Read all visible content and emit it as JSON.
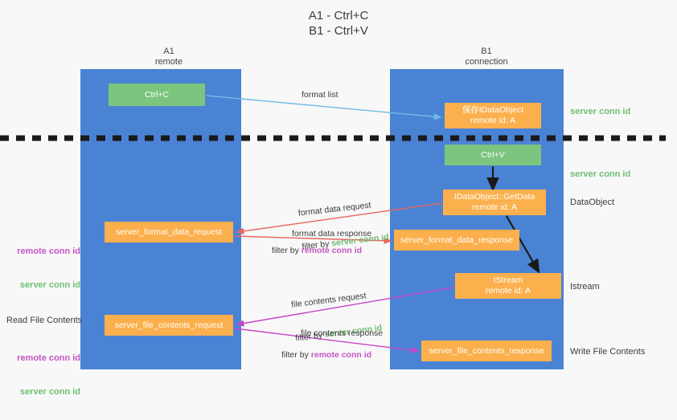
{
  "title": "A1 - Ctrl+C\nB1 - Ctrl+V",
  "lanes": [
    {
      "id": "a1",
      "name": "A1",
      "role": "remote",
      "header": "A1\nremote",
      "color": "#4a83d4"
    },
    {
      "id": "b1",
      "name": "B1",
      "role": "connection",
      "header": "B1\nconnection",
      "color": "#4a83d4"
    }
  ],
  "colors": {
    "lane": "#4a83d4",
    "green_box": "#7cc57e",
    "orange_box": "#fbb04d",
    "server_conn_id": "#6fbf73",
    "remote_conn_id": "#c455c4",
    "arrow_blue": "#6fb9e8",
    "arrow_red": "#e8655f",
    "arrow_magenta": "#c845c8",
    "arrow_black": "#1a1a1a",
    "divider": "#1a1a1a",
    "background": "#f8f8f8"
  },
  "nodes": {
    "ctrl_c": {
      "line1": "Ctrl+C",
      "line2": ""
    },
    "save_idataobject": {
      "line1": "保存IDataObject",
      "line2": "remote id: A"
    },
    "ctrl_v": {
      "line1": "Ctrl+V",
      "line2": ""
    },
    "getdata": {
      "line1": "IDataObject::GetData",
      "line2": "remote id: A"
    },
    "format_data_request": {
      "line1": "server_format_data_request",
      "line2": ""
    },
    "format_data_response": {
      "line1": "server_format_data_response",
      "line2": ""
    },
    "istream": {
      "line1": "IStream",
      "line2": "remote id: A"
    },
    "file_contents_request": {
      "line1": "server_file_contents_request",
      "line2": ""
    },
    "file_contents_response": {
      "line1": "server_file_contents_response",
      "line2": ""
    }
  },
  "edge_labels": {
    "format_list": "format list",
    "format_data_request": "format data request",
    "format_data_request_filter_prefix": "filter by ",
    "format_data_request_filter_value": "server conn id",
    "format_data_response": "format data response",
    "format_data_response_filter_prefix": "filter by ",
    "format_data_response_filter_value": "remote conn id",
    "file_contents_request": "file contents request",
    "file_contents_request_filter_prefix": "filter by ",
    "file_contents_request_filter_value": "server conn id",
    "file_contents_response": "file contents response",
    "file_contents_response_filter_prefix": "filter by ",
    "file_contents_response_filter_value": "remote conn id"
  },
  "annotations": {
    "right": {
      "server_conn_id_top": "server conn id",
      "server_conn_id_mid": "server conn id",
      "dataobject": "DataObject",
      "istream": "Istream",
      "write_file_contents": "Write File Contents"
    },
    "left": {
      "remote_conn_id_1": "remote conn id",
      "server_conn_id_1": "server conn id",
      "read_file_contents": "Read File Contents",
      "remote_conn_id_2": "remote conn id",
      "server_conn_id_2": "server conn id"
    }
  }
}
